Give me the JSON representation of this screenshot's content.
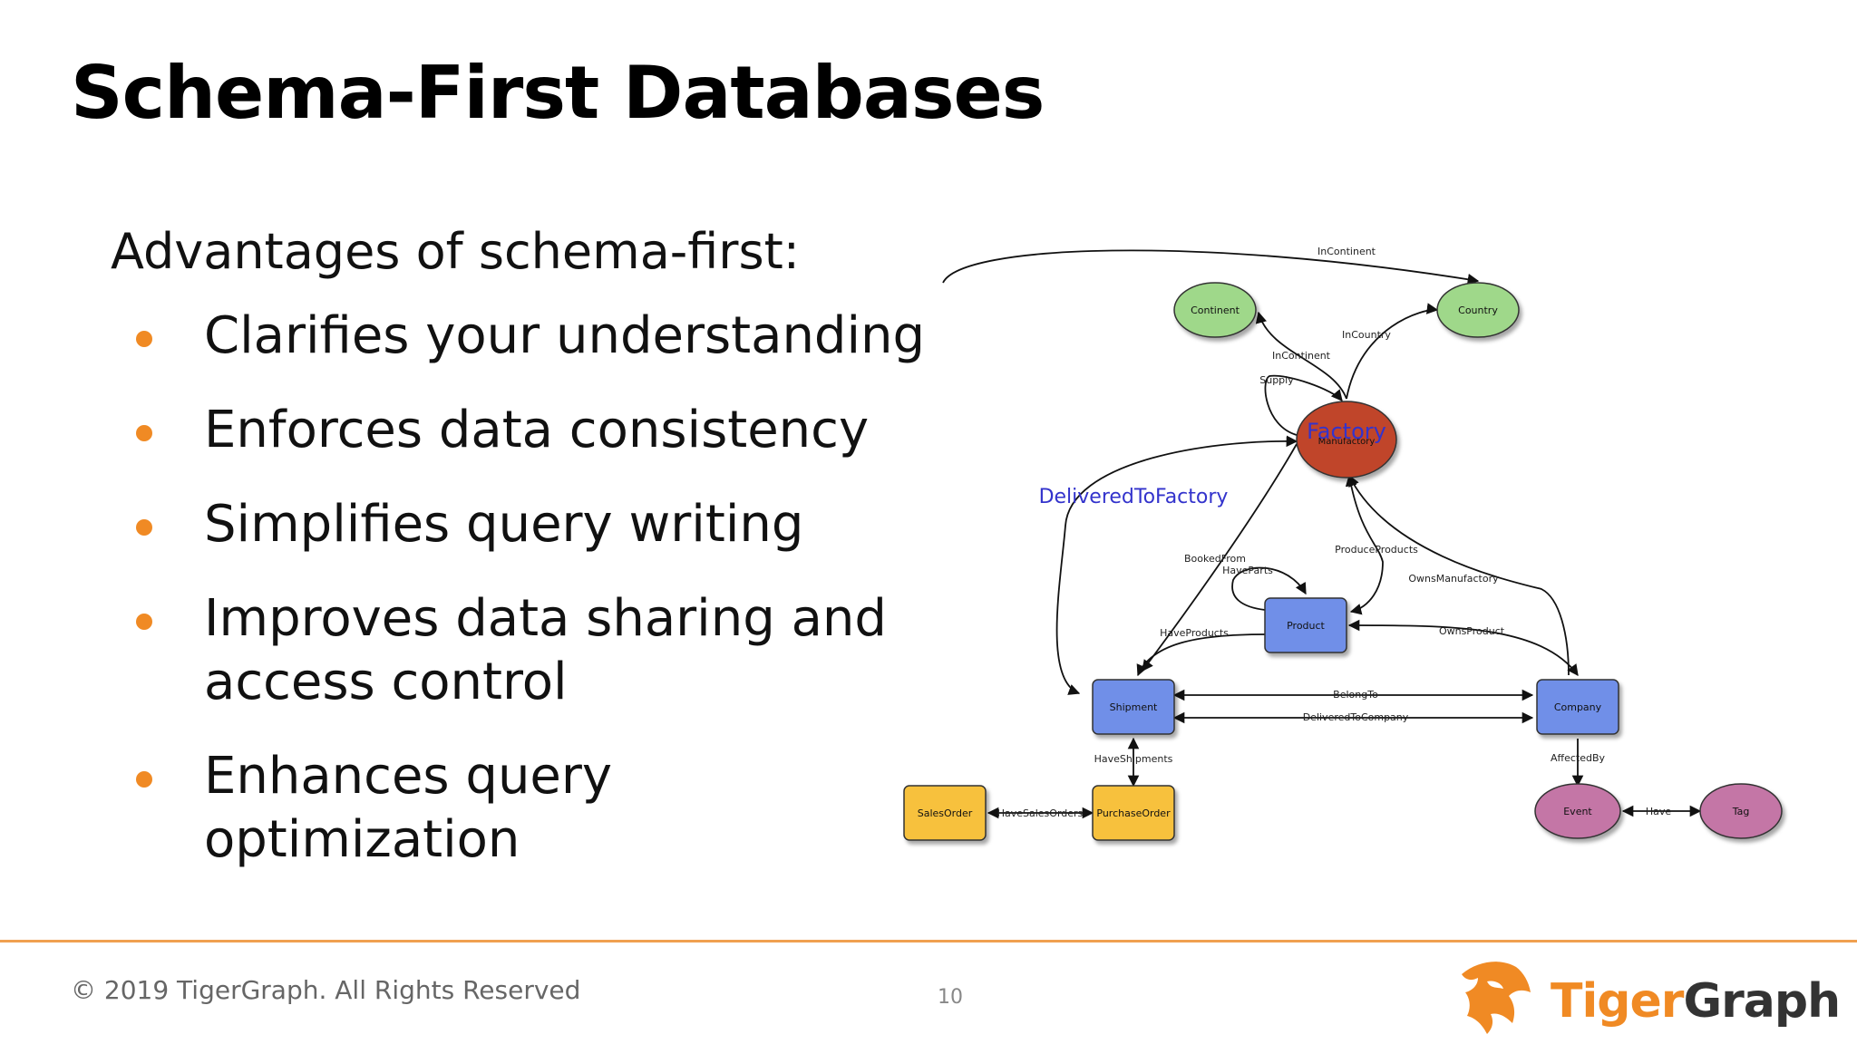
{
  "slide": {
    "title": "Schema-First Databases",
    "subtitle": "Advantages of schema-first:",
    "bullets": [
      "Clarifies your understanding",
      "Enforces data consistency",
      "Simplifies query writing",
      "Improves data sharing and access control",
      "Enhances query optimization"
    ],
    "bullet_color": "#f08a24"
  },
  "diagram": {
    "nodes": {
      "continent": "Continent",
      "country": "Country",
      "factory_overlay": "Factory",
      "factory_inner": "Manufactory",
      "product": "Product",
      "shipment": "Shipment",
      "company": "Company",
      "sales_order": "SalesOrder",
      "purchase_order": "PurchaseOrder",
      "event": "Event",
      "tag": "Tag"
    },
    "edges": {
      "in_continent_top": "InContinent",
      "in_country": "InCountry",
      "in_continent": "InContinent",
      "supply": "Supply",
      "delivered_to_factory": "DeliveredToFactory",
      "booked_from": "BookedFrom",
      "have_parts": "HaveParts",
      "produce_products": "ProduceProducts",
      "owns_manufactory": "OwnsManufactory",
      "have_products": "HaveProducts",
      "owns_product": "OwnsProduct",
      "belong_to": "BelongTo",
      "delivered_to_company": "DeliveredToCompany",
      "have_shipments": "HaveShipments",
      "affected_by": "AffectedBy",
      "have_sales_orders": "HaveSalesOrders",
      "have": "Have"
    },
    "colors": {
      "ellipse_green": "#9fd88a",
      "ellipse_red": "#c0442a",
      "box_blue": "#6f8fe8",
      "box_yellow": "#f7c13d",
      "ellipse_purple": "#c476a6",
      "overlay_label": "#3333cc"
    }
  },
  "footer": {
    "copyright": "© 2019 TigerGraph. All Rights Reserved",
    "page_number": "10",
    "logo_text_1": "Tiger",
    "logo_text_2": "Graph",
    "accent": "#f08a24"
  }
}
